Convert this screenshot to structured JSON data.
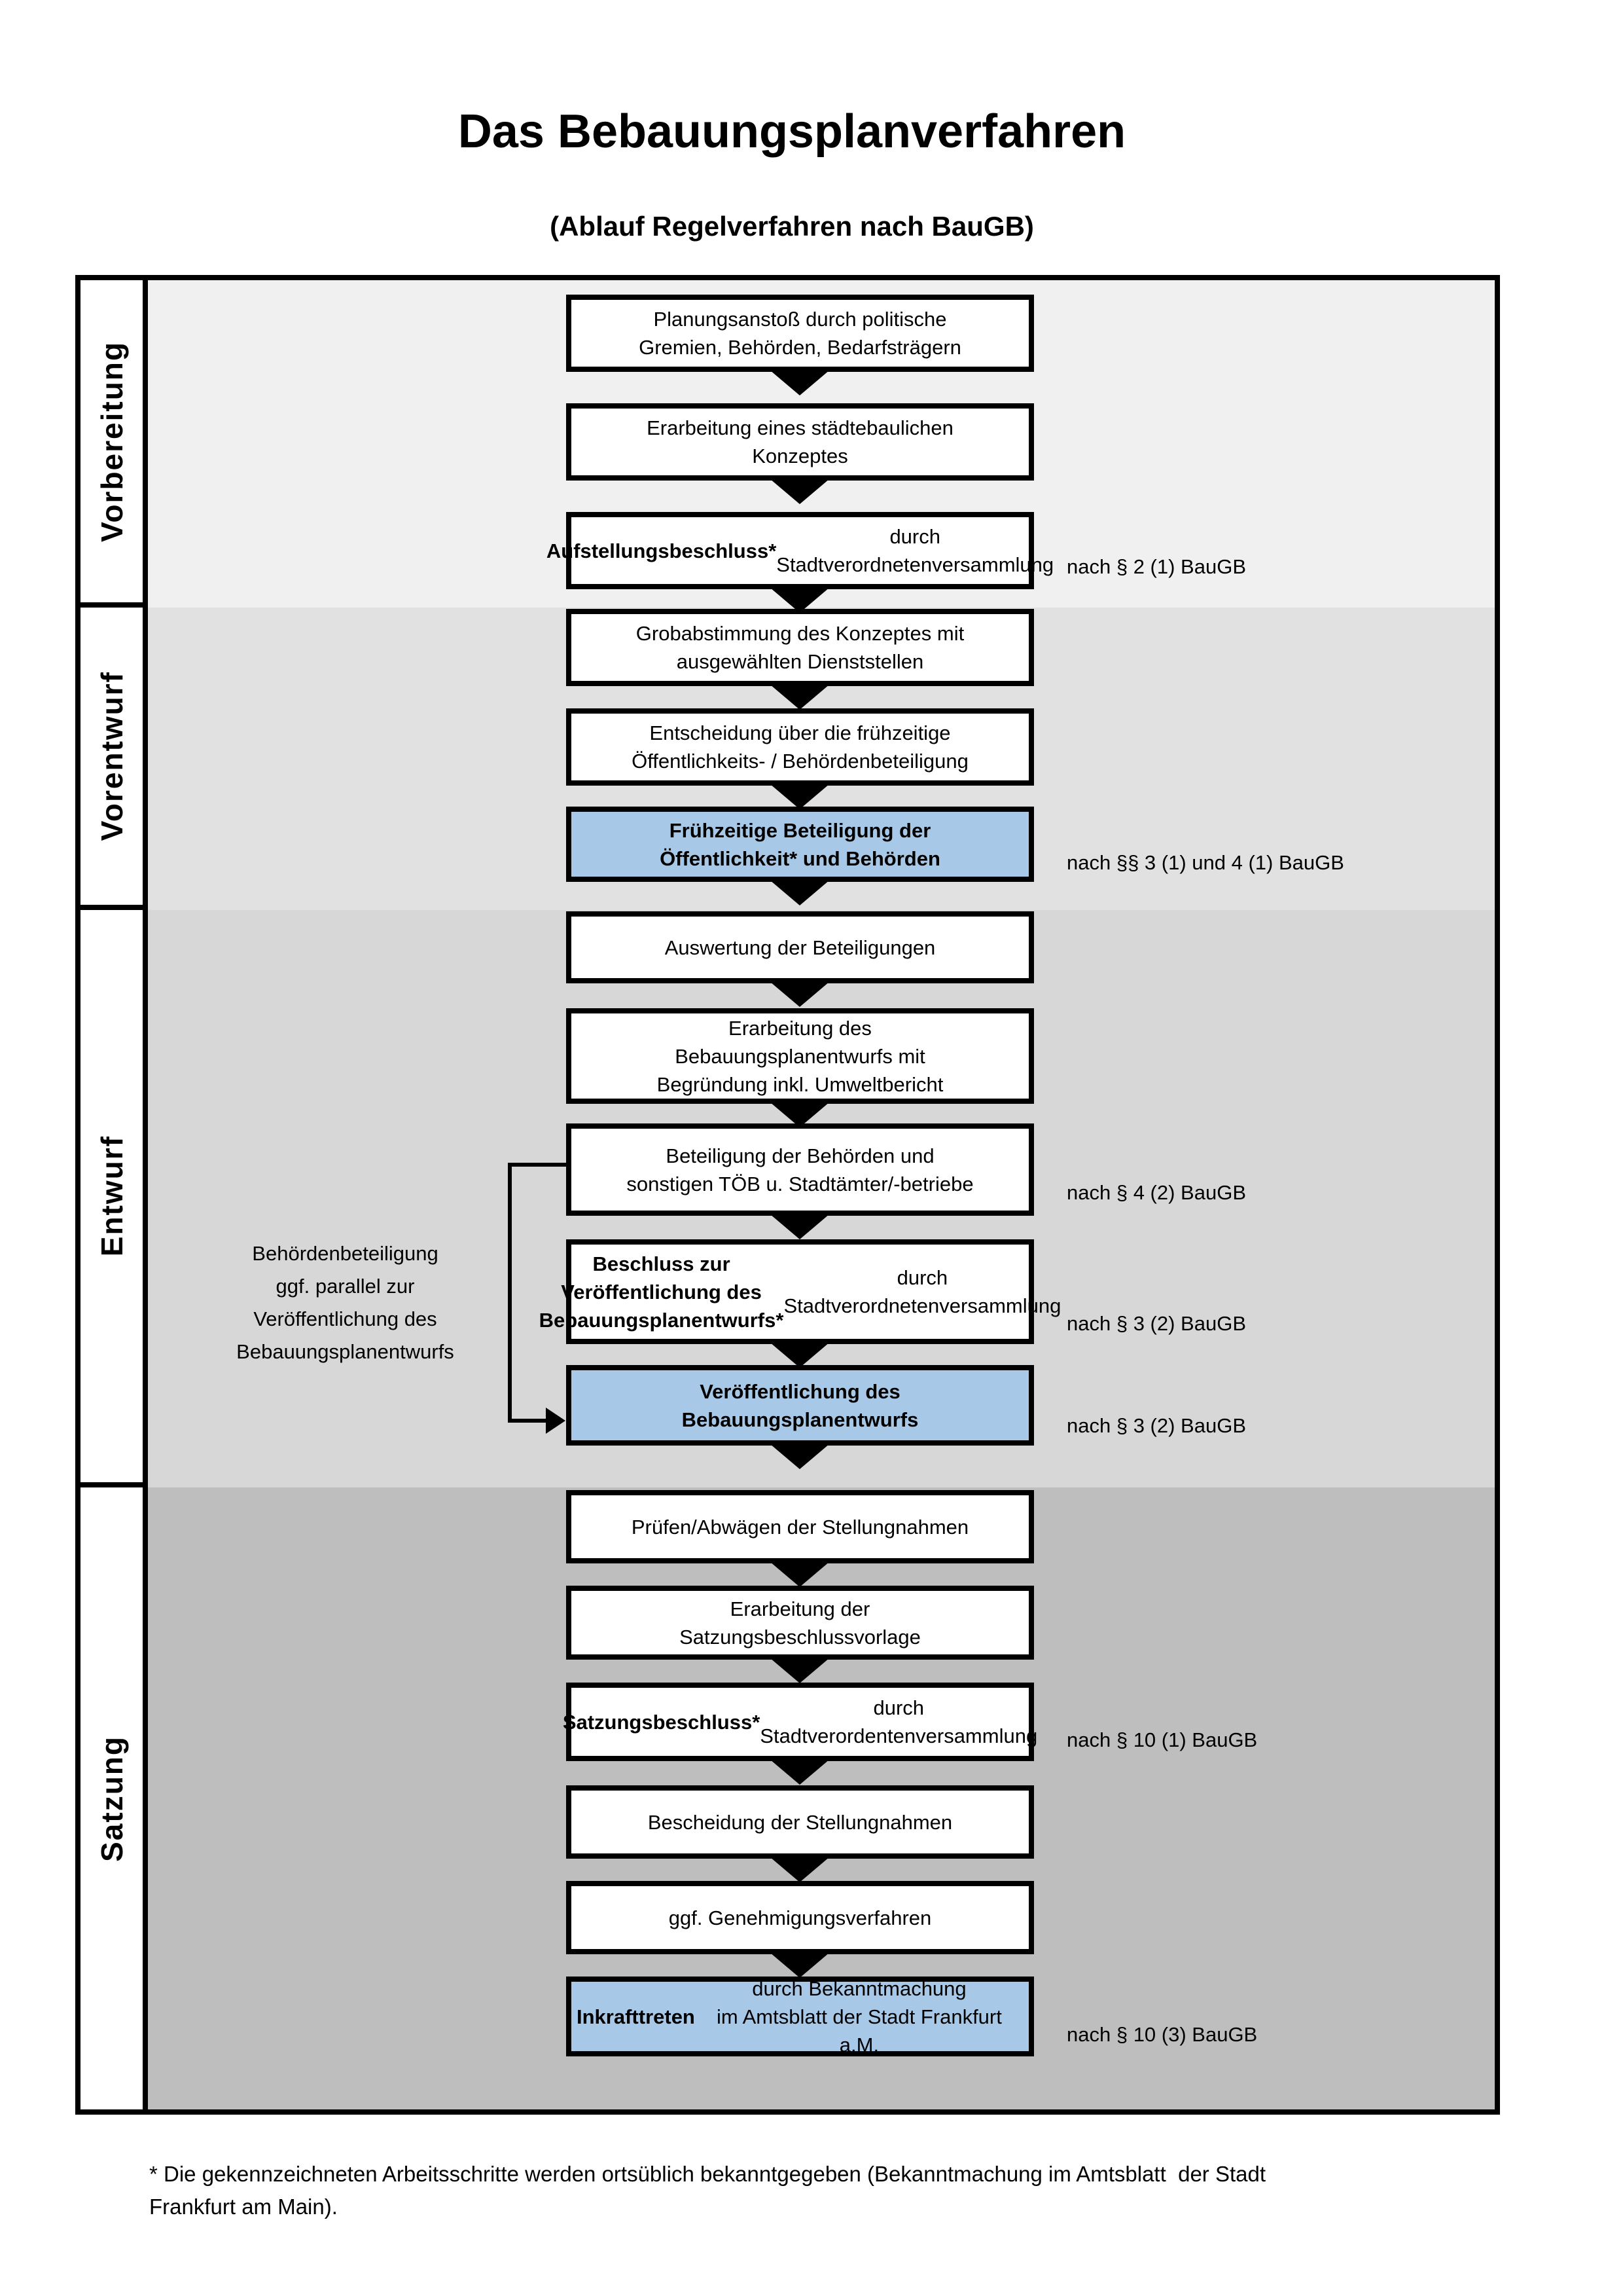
{
  "title": "Das Bebauungsplanverfahren",
  "subtitle": "(Ablauf Regelverfahren nach BauGB)",
  "colors": {
    "highlight_fill": "#a8c8e8",
    "phase_backgrounds": [
      "#f0f0f0",
      "#e1e1e1",
      "#d7d7d7",
      "#bebebe"
    ]
  },
  "phases": [
    {
      "label": "Vorbereitung"
    },
    {
      "label": "Vorentwurf"
    },
    {
      "label": "Entwurf"
    },
    {
      "label": "Satzung"
    }
  ],
  "boxes": [
    {
      "segments": [
        {
          "text": "Planungsanstoß durch politische\nGremien, Behörden, Bedarfsträgern",
          "bold": false
        }
      ]
    },
    {
      "segments": [
        {
          "text": "Erarbeitung eines städtebaulichen\nKonzeptes",
          "bold": false
        }
      ]
    },
    {
      "segments": [
        {
          "text": "Aufstellungsbeschluss*",
          "bold": true
        },
        {
          "text": " durch\nStadtverordnetenversammlung",
          "bold": false
        }
      ]
    },
    {
      "segments": [
        {
          "text": "Grobabstimmung des Konzeptes mit\nausgewählten Dienststellen",
          "bold": false
        }
      ]
    },
    {
      "segments": [
        {
          "text": "Entscheidung über die frühzeitige\nÖffentlichkeits- / Behördenbeteiligung",
          "bold": false
        }
      ]
    },
    {
      "segments": [
        {
          "text": "Frühzeitige Beteiligung der\nÖffentlichkeit* und Behörden",
          "bold": true
        }
      ]
    },
    {
      "segments": [
        {
          "text": "Auswertung der Beteiligungen",
          "bold": false
        }
      ]
    },
    {
      "segments": [
        {
          "text": "Erarbeitung des\nBebauungsplanentwurfs mit\nBegründung inkl. Umweltbericht",
          "bold": false
        }
      ]
    },
    {
      "segments": [
        {
          "text": "Beteiligung der Behörden und\nsonstigen TÖB u. Stadtämter/-betriebe",
          "bold": false
        }
      ]
    },
    {
      "segments": [
        {
          "text": "Beschluss zur Veröffentlichung des\nBebauungsplanentwurfs*",
          "bold": true
        },
        {
          "text": " durch\nStadtverordnetenversammlung",
          "bold": false
        }
      ]
    },
    {
      "segments": [
        {
          "text": "Veröffentlichung des\nBebauungsplanentwurfs",
          "bold": true
        }
      ]
    },
    {
      "segments": [
        {
          "text": "Prüfen/Abwägen der Stellungnahmen",
          "bold": false
        }
      ]
    },
    {
      "segments": [
        {
          "text": "Erarbeitung der\nSatzungsbeschlussvorlage",
          "bold": false
        }
      ]
    },
    {
      "segments": [
        {
          "text": "Satzungsbeschluss*",
          "bold": true
        },
        {
          "text": " durch\nStadtverordentenversammlung",
          "bold": false
        }
      ]
    },
    {
      "segments": [
        {
          "text": "Bescheidung der Stellungnahmen",
          "bold": false
        }
      ]
    },
    {
      "segments": [
        {
          "text": "ggf. Genehmigungsverfahren",
          "bold": false
        }
      ]
    },
    {
      "segments": [
        {
          "text": "Inkrafttreten",
          "bold": true
        },
        {
          "text": " durch Bekanntmachung\nim Amtsblatt der Stadt Frankfurt a.M.",
          "bold": false
        }
      ]
    }
  ],
  "law_refs": [
    "nach § 2 (1) BauGB",
    "nach §§ 3 (1) und 4 (1) BauGB",
    "nach § 4 (2) BauGB",
    "nach § 3 (2) BauGB",
    "nach § 3 (2) BauGB",
    "nach § 10 (1) BauGB",
    "nach § 10 (3) BauGB"
  ],
  "side_note": "Behördenbeteiligung\nggf. parallel zur\nVeröffentlichung des\nBebauungsplanentwurfs",
  "footnote": "* Die gekennzeichneten Arbeitsschritte werden ortsüblich bekanntgegeben (Bekanntmachung im Amtsblatt  der Stadt\nFrankfurt am Main)."
}
